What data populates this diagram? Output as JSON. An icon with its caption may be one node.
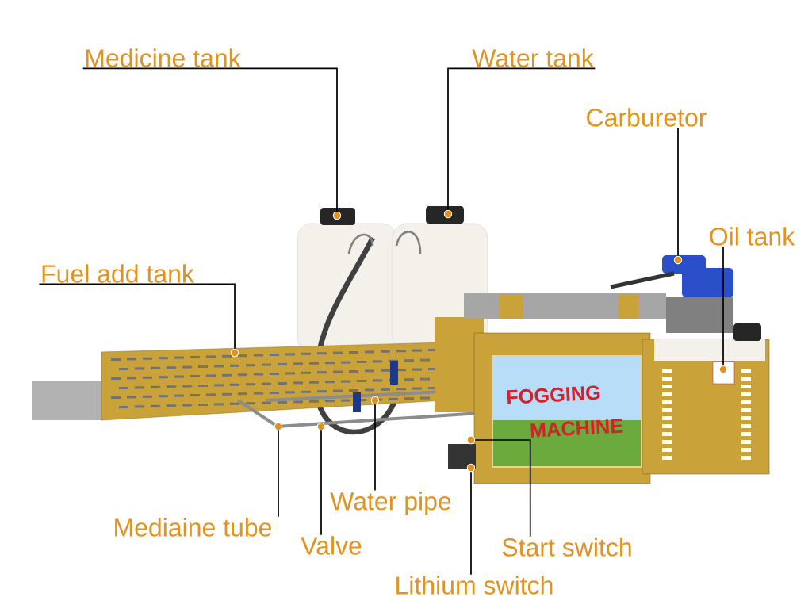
{
  "diagram": {
    "nodes": [
      {
        "text": [
          "Medicine tank"
        ]
      },
      {
        "text": [
          "Water tank"
        ]
      },
      {
        "text": [
          "Carburetor"
        ]
      },
      {
        "text": [
          "Oil tank"
        ]
      },
      {
        "text": [
          "Fuel add tank"
        ]
      },
      {
        "text": [
          "Water pipe"
        ]
      },
      {
        "text": [
          "Mediaine tube"
        ]
      },
      {
        "text": [
          "Valve"
        ]
      },
      {
        "text": [
          "Start switch"
        ]
      },
      {
        "text": [
          "Lithium switch"
        ]
      },
      {
        "text": [],
        "shape": "circle"
      },
      {
        "text": [],
        "shape": "circle"
      },
      {
        "text": [],
        "shape": "circle"
      },
      {
        "text": [],
        "shape": "circle"
      },
      {
        "text": [],
        "shape": "circle"
      },
      {
        "text": [],
        "shape": "circle"
      },
      {
        "text": [],
        "shape": "circle"
      },
      {
        "text": [],
        "shape": "circle"
      },
      {
        "text": [],
        "shape": "circle"
      },
      {
        "text": [],
        "shape": "circle"
      }
    ],
    "edges": [
      {
        "from": 0,
        "to": 10,
        "arrow": "none"
      },
      {
        "from": 1,
        "to": 11,
        "arrow": "none"
      },
      {
        "from": 2,
        "to": 12,
        "arrow": "none"
      },
      {
        "from": 3,
        "to": 13,
        "arrow": "none"
      },
      {
        "from": 4,
        "to": 14,
        "arrow": "none"
      },
      {
        "from": 5,
        "to": 15,
        "arrow": "none"
      },
      {
        "from": 6,
        "to": 16,
        "arrow": "none"
      },
      {
        "from": 7,
        "to": 17,
        "arrow": "none"
      },
      {
        "from": 8,
        "to": 18,
        "arrow": "none"
      },
      {
        "from": 9,
        "to": 19,
        "arrow": "none"
      }
    ],
    "labels": [
      "FOGGING",
      "MACHINE"
    ]
  }
}
